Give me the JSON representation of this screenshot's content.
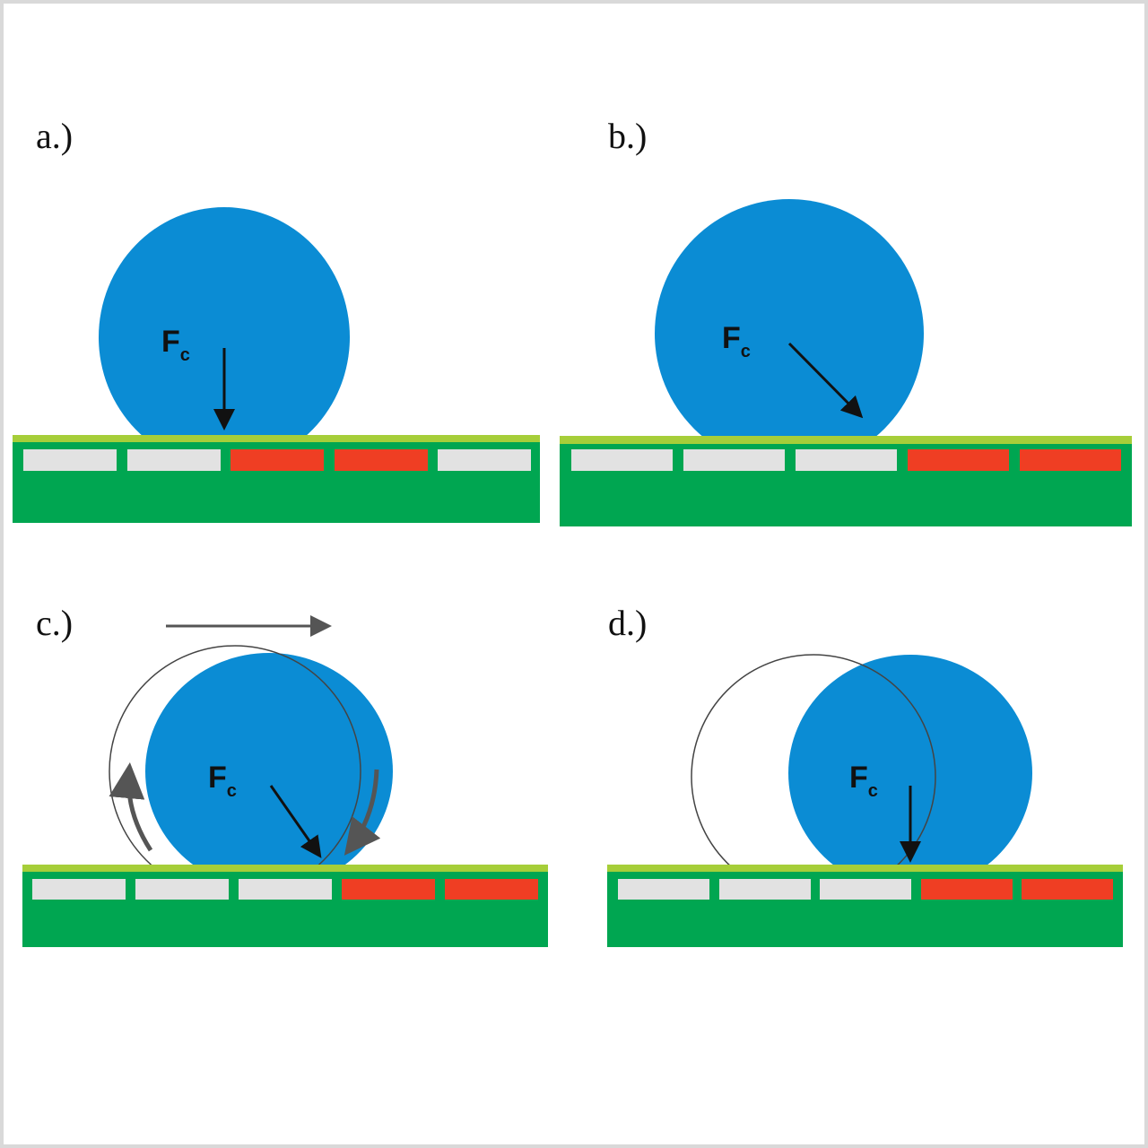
{
  "colors": {
    "droplet": "#0b8cd4",
    "substrate": "#00a651",
    "surface_coating": "#a6ce39",
    "electrode_off": "#e2e2e2",
    "electrode_on": "#ef3e23",
    "arrow": "#111111",
    "motion_arrow": "#555555",
    "outline": "#444444",
    "frame": "#d9d9d9"
  },
  "force": {
    "symbol": "F",
    "subscript": "c"
  },
  "panels": [
    {
      "label": "a.)",
      "electrodes": [
        "off",
        "off",
        "on",
        "on",
        "off"
      ],
      "force_direction": "vertical"
    },
    {
      "label": "b.)",
      "electrodes": [
        "off",
        "off",
        "off",
        "on",
        "on"
      ],
      "force_direction": "diagonal"
    },
    {
      "label": "c.)",
      "electrodes": [
        "off",
        "off",
        "off",
        "on",
        "on"
      ],
      "force_direction": "diagonal",
      "motion": "right",
      "previous_position_outline": true,
      "rolling_arrows": true
    },
    {
      "label": "d.)",
      "electrodes": [
        "off",
        "off",
        "off",
        "on",
        "on"
      ],
      "force_direction": "vertical",
      "previous_position_outline": true
    }
  ]
}
